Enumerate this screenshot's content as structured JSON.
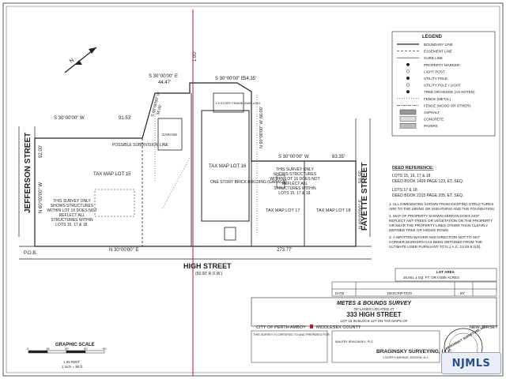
{
  "streets": {
    "high": "HIGH STREET",
    "high_row": "(50.00' R.O.W.)",
    "jefferson": "JEFFERSON STREET",
    "fayette": "FAYETTE STREET"
  },
  "bearings": {
    "north": "S 30°00'00\" E",
    "north_len": "44.47'",
    "north2": "S 30°00'00\" E",
    "north2_len": "54.35'",
    "west_top": "S 30°00'00\" W",
    "west_top_len": "91.53'",
    "west_side": "N 60°00'00\" W",
    "west_side_len": "92.00'",
    "mid_ew": "S 30°00'00\" W",
    "mid_ew_len": "83.35'",
    "east_side": "N 60°00'00\" E",
    "east_side_len": "59.55'",
    "inner_vert": "N 60°00'00\" W",
    "inner_vert_len": "66.00'",
    "frontage": "N 30°00'00\" E",
    "frontage_len": "273.77'",
    "small_top": "1.00'",
    "diag_a": "S 60°00'00\" W",
    "diag_b": "34.00'"
  },
  "lots": {
    "lot15": "TAX MAP LOT 15",
    "lot16": "TAX MAP LOT 16",
    "lot17": "TAX MAP LOT 17",
    "lot18": "TAX MAP LOT 18",
    "building": "ONE STORY BRICK BUILDING (GARAGE)",
    "possible": "POSSIBLE SUBDIVISION LINE",
    "garage": "GARAGE",
    "frame": "1.5 STORY FRAME DWELLING",
    "note_left": "THIS SURVEY ONLY SHOWS STRUCTURES WITHIN LOT 16 DOES NOT REFLECT ALL STRUCTURES WITHIN LOTS 15, 17 & 18.",
    "note_right": "THIS SURVEY ONLY SHOWS STRUCTURES WITHIN LOT 16 DOES NOT REFLECT ALL STRUCTURES WITHIN LOTS 15, 17 & 18.",
    "pob": "P.O.B."
  },
  "legend": {
    "title": "LEGEND",
    "items": [
      "BOUNDARY LINE",
      "EASEMENT LINE",
      "CURB LINE",
      "PROPERTY MARKER",
      "LIGHT POST",
      "UTILITY POLE",
      "UTILITY POLE / LIGHT",
      "TREE OR HEDGE (AS NOTED)",
      "FENCE (METAL)",
      "FENCE (WOOD OR OTHER)",
      "ASPHALT",
      "CONCRETE",
      "PAVERS"
    ]
  },
  "deed": {
    "title": "DEED REFERENCE:",
    "l1": "LOTS 15, 16, 17 & 18",
    "l2": "DEED BOOK 1409 PAGE 123, ET. SEQ.",
    "l3": "LOTS 17 & 18",
    "l4": "DEED BOOK 2315 PAGE 205, ET. SEQ."
  },
  "notes": {
    "n1": "1. ALL DIMENSIONS SHOWN FROM EXISTING STRUCTURES ARE TO THE SIDING OR SHEATHING AND THE FOUNDATION.",
    "n2": "2. MAP OF PROPERTY SHOWN HEREON DOES NOT REFLECT ANY TREES OR VEGETATION ON THE PROPERTY OR NEAR THE PROPERTY LINES OTHER THAN CLEARLY DEFINED TREE OR HEDGE ROWS.",
    "n3": "3. A WRITTEN WAIVER AND DIRECTION NOT TO SET CORNER MARKERS HAS BEEN OBTAINED FROM THE ULTIMATE USER PURSUANT TO N.J.A.C. 13:40-5.1(D)."
  },
  "lot_area": {
    "title": "LOT AREA",
    "value": "25,661 ± SQ. FT. OR 0.589 ACRES"
  },
  "revisions": {
    "date": "DATE",
    "description": "DESCRIPTION",
    "by": "BY"
  },
  "title_block": {
    "t1": "METES & BOUNDS SURVEY",
    "t2": "OF LANDS LOCATED AT",
    "address": "333 HIGH STREET",
    "t3": "LOT 16 IN BLOCK 127 ON TAX MAPS OF",
    "city": "CITY OF PERTH AMBOY",
    "county": "MIDDLESEX COUNTY",
    "state": "NEW JERSEY"
  },
  "certified": "THIS SURVEY IS CERTIFIED TO AND PREPARED FOR:",
  "company": {
    "name": "BRAGINSKY SURVEYING, LLC",
    "stamp": "BRAGINSKY SURVEYING, LLC",
    "address": "1 NORTH AVENUE, EDISON, N.J.",
    "surveyor": "WALERY BRAGINSKY, PLS"
  },
  "scale": {
    "title": "GRAPHIC SCALE",
    "ticks": [
      "0",
      "15",
      "30",
      "60",
      "90"
    ],
    "unit": "1 IN FEET",
    "ratio": "1 inch = 30 ft."
  },
  "watermark": "NJMLS",
  "colors": {
    "line": "#222222",
    "red": "#c8102e",
    "fill_gray": "#bbbbbb"
  }
}
